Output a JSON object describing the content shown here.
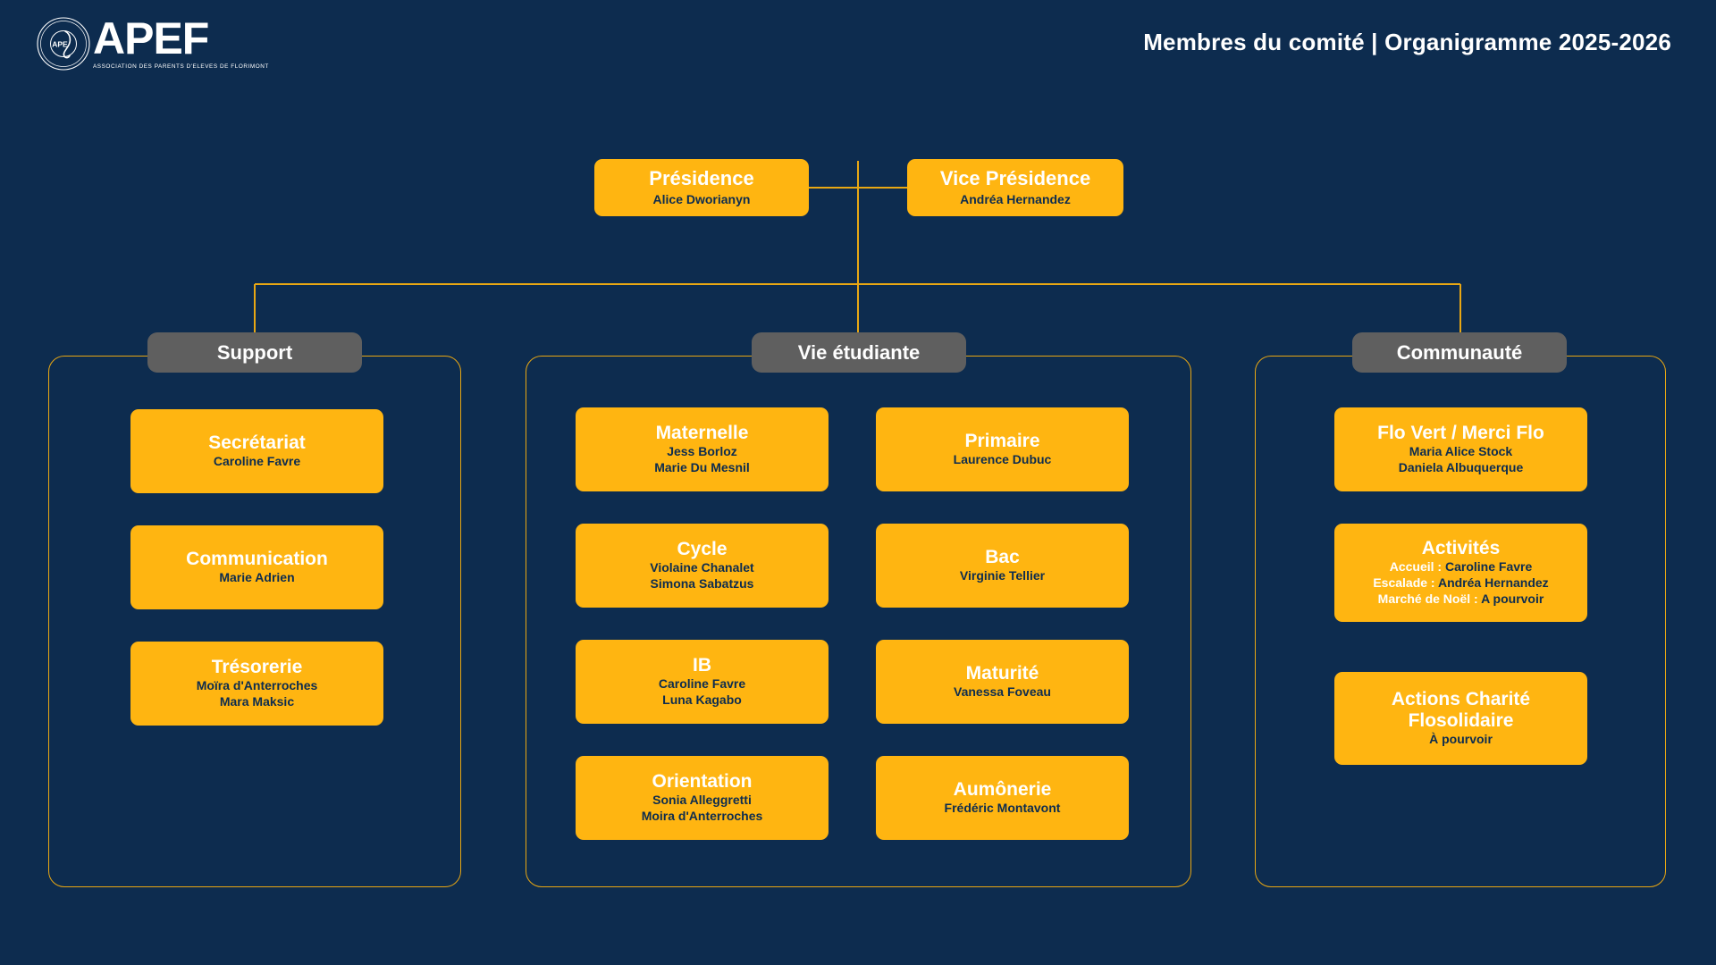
{
  "header": {
    "logo": {
      "wordmark": "APEF",
      "subtitle": "ASSOCIATION DES PARENTS D'ELEVES DE FLORIMONT",
      "seal_text": "APEF"
    },
    "title": "Membres du comité | Organigramme 2025-2026"
  },
  "colors": {
    "background": "#0d2c4f",
    "card_amber": "#ffb511",
    "connector_amber": "#e8a713",
    "badge_gray": "#5f5f5f",
    "title_white": "#ffffff",
    "name_navy": "#0d2c4f"
  },
  "leadership": [
    {
      "id": "presidence",
      "title": "Présidence",
      "name": "Alice Dworianyn"
    },
    {
      "id": "vice_presidence",
      "title": "Vice Présidence",
      "name": "Andréa Hernandez"
    }
  ],
  "sections": [
    {
      "id": "support",
      "label": "Support",
      "cards": [
        {
          "id": "secretariat",
          "title": "Secrétariat",
          "lines": [
            "Caroline Favre"
          ]
        },
        {
          "id": "communication",
          "title": "Communication",
          "lines": [
            "Marie Adrien"
          ]
        },
        {
          "id": "tresorerie",
          "title": "Trésorerie",
          "lines": [
            "Moïra d'Anterroches",
            "Mara Maksic"
          ]
        }
      ]
    },
    {
      "id": "vie_etudiante",
      "label": "Vie étudiante",
      "cards": [
        {
          "id": "maternelle",
          "title": "Maternelle",
          "lines": [
            "Jess Borloz",
            "Marie Du Mesnil"
          ]
        },
        {
          "id": "cycle",
          "title": "Cycle",
          "lines": [
            "Violaine Chanalet",
            "Simona Sabatzus"
          ]
        },
        {
          "id": "ib",
          "title": "IB",
          "lines": [
            "Caroline Favre",
            "Luna Kagabo"
          ]
        },
        {
          "id": "orientation",
          "title": "Orientation",
          "lines": [
            "Sonia Alleggretti",
            "Moira d'Anterroches"
          ]
        },
        {
          "id": "primaire",
          "title": "Primaire",
          "lines": [
            "Laurence Dubuc"
          ]
        },
        {
          "id": "bac",
          "title": "Bac",
          "lines": [
            "Virginie Tellier"
          ]
        },
        {
          "id": "maturite",
          "title": "Maturité",
          "lines": [
            "Vanessa Foveau"
          ]
        },
        {
          "id": "aumonerie",
          "title": "Aumônerie",
          "lines": [
            "Frédéric Montavont"
          ]
        }
      ]
    },
    {
      "id": "communaute",
      "label": "Communauté",
      "cards": [
        {
          "id": "flo_vert",
          "title": "Flo Vert / Merci Flo",
          "lines": [
            "Maria Alice Stock",
            "Daniela Albuquerque"
          ]
        },
        {
          "id": "activites",
          "title": "Activités",
          "entries": [
            {
              "key": "Accueil : ",
              "value": "Caroline Favre"
            },
            {
              "key": "Escalade : ",
              "value": "Andréa Hernandez"
            },
            {
              "key": "Marché de Noël : ",
              "value": "A pourvoir"
            }
          ]
        },
        {
          "id": "actions_charite",
          "title": "Actions Charité Flosolidaire",
          "lines": [
            "À pourvoir"
          ]
        }
      ]
    }
  ],
  "cards_by_id": {
    "presidence": {
      "title": "Présidence",
      "name": "Alice Dworianyn"
    },
    "vice_presidence": {
      "title": "Vice Présidence",
      "name": "Andréa Hernandez"
    },
    "secretariat": {
      "title": "Secrétariat",
      "line1": "Caroline Favre",
      "line2": ""
    },
    "communication": {
      "title": "Communication",
      "line1": "Marie Adrien",
      "line2": ""
    },
    "tresorerie": {
      "title": "Trésorerie",
      "line1": "Moïra d'Anterroches",
      "line2": "Mara Maksic"
    },
    "maternelle": {
      "title": "Maternelle",
      "line1": "Jess Borloz",
      "line2": "Marie Du Mesnil"
    },
    "cycle": {
      "title": "Cycle",
      "line1": "Violaine Chanalet",
      "line2": "Simona Sabatzus"
    },
    "ib": {
      "title": "IB",
      "line1": "Caroline Favre",
      "line2": "Luna Kagabo"
    },
    "orientation": {
      "title": "Orientation",
      "line1": "Sonia Alleggretti",
      "line2": "Moira d'Anterroches"
    },
    "primaire": {
      "title": "Primaire",
      "line1": "Laurence Dubuc",
      "line2": ""
    },
    "bac": {
      "title": "Bac",
      "line1": "Virginie Tellier",
      "line2": ""
    },
    "maturite": {
      "title": "Maturité",
      "line1": "Vanessa Foveau",
      "line2": ""
    },
    "aumonerie": {
      "title": "Aumônerie",
      "line1": "Frédéric Montavont",
      "line2": ""
    },
    "flo_vert": {
      "title": "Flo Vert / Merci Flo",
      "line1": "Maria Alice Stock",
      "line2": "Daniela Albuquerque"
    },
    "activites": {
      "title": "Activités",
      "key1": "Accueil : ",
      "val1": "Caroline Favre",
      "key2": "Escalade : ",
      "val2": "Andréa Hernandez",
      "key3": "Marché de Noël : ",
      "val3": "A pourvoir"
    },
    "actions_charite": {
      "title_l1": "Actions Charité",
      "title_l2": "Flosolidaire",
      "line1": "À pourvoir"
    }
  },
  "section_labels": {
    "support": "Support",
    "vie_etudiante": "Vie étudiante",
    "communaute": "Communauté"
  }
}
